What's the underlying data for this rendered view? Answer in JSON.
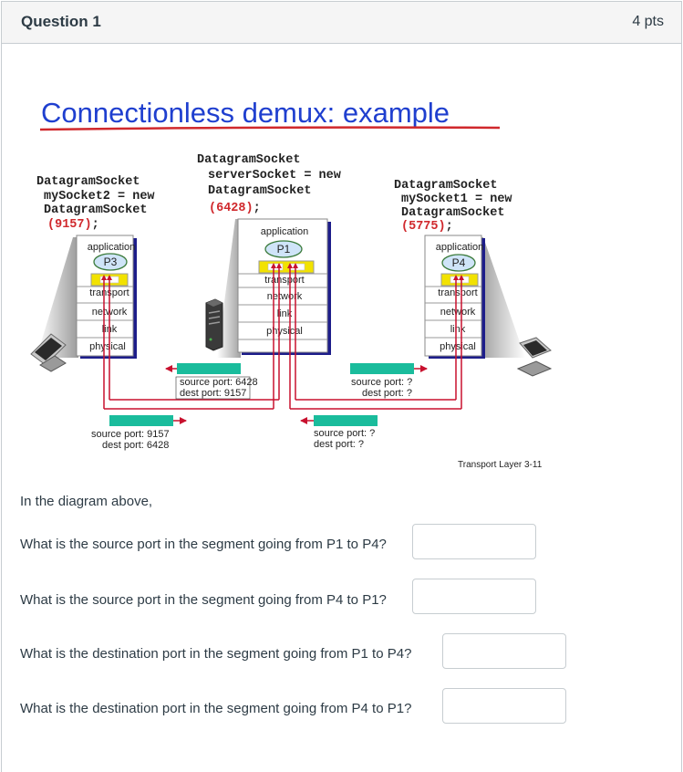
{
  "question": {
    "title": "Question 1",
    "points": "4 pts"
  },
  "slide": {
    "title": "Connectionless demux: example",
    "footer": "Transport Layer 3-11",
    "left_code": [
      "DatagramSocket",
      "mySocket2 = new",
      "DatagramSocket",
      "(9157);"
    ],
    "center_code": [
      "DatagramSocket",
      "serverSocket = new",
      "DatagramSocket",
      "(6428);"
    ],
    "right_code": [
      "DatagramSocket",
      "mySocket1 = new",
      "DatagramSocket",
      "(5775);"
    ],
    "left_port": "(9157)",
    "center_port": "(6428)",
    "right_port": "(5775)",
    "semicolon": ";",
    "layers": {
      "application": "application",
      "transport": "transport",
      "network": "network",
      "link": "link",
      "physical": "physical"
    },
    "processes": {
      "left": "P3",
      "center": "P1",
      "right": "P4"
    },
    "segments": {
      "top_left": [
        "source port: 6428",
        "dest port: 9157"
      ],
      "top_right": [
        "source port: ?",
        "dest port: ?"
      ],
      "bottom_left": [
        "source port: 9157",
        "dest port: 6428"
      ],
      "bottom_right": [
        "source port: ?",
        "dest port: ?"
      ]
    },
    "colors": {
      "title": "#1f3fcf",
      "underline": "#d0282c",
      "port": "#d0282c",
      "arrow": "#c8102e",
      "segment": "#1abc9c",
      "process": "#cfe4f8"
    }
  },
  "body": {
    "intro": "In the diagram above,",
    "questions": [
      {
        "text": "What is the source port in the segment going from P1 to P4?",
        "value": ""
      },
      {
        "text": "What is the source port in the segment going from P4 to P1?",
        "value": ""
      },
      {
        "text": "What is the destination port in the segment going from P1 to P4?",
        "value": ""
      },
      {
        "text": "What is the destination port in the segment going from P4 to P1?",
        "value": ""
      }
    ]
  }
}
